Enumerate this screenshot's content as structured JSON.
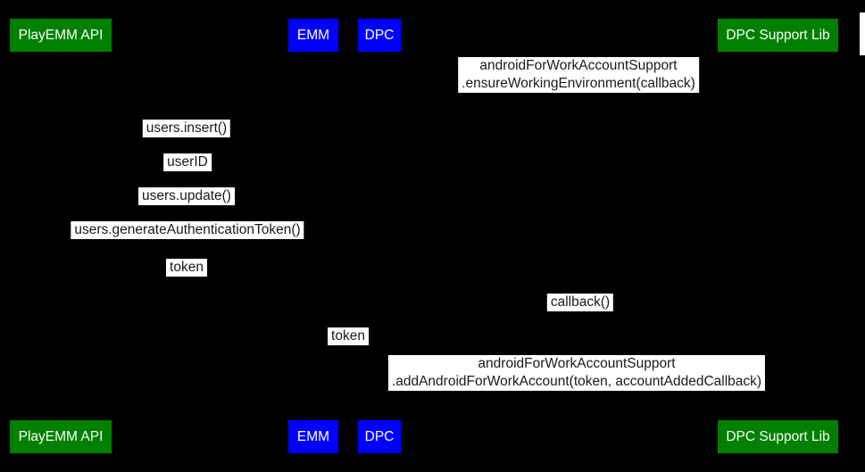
{
  "colors": {
    "background": "#000000",
    "actor_green": "#008000",
    "actor_blue": "#0000ff",
    "actor_text": "#ffffff",
    "label_background": "#ffffff",
    "label_text": "#1a1a1a"
  },
  "actors": [
    {
      "label": "PlayEMM API"
    },
    {
      "label": "EMM"
    },
    {
      "label": "DPC"
    },
    {
      "label": "DPC Support Lib"
    }
  ],
  "messages": [
    {
      "line1": "androidForWorkAccountSupport",
      "line2": ".ensureWorkingEnvironment(callback)"
    },
    {
      "line1": "users.insert()"
    },
    {
      "line1": "userID"
    },
    {
      "line1": "users.update()"
    },
    {
      "line1": "users.generateAuthenticationToken()"
    },
    {
      "line1": "token"
    },
    {
      "line1": "callback()"
    },
    {
      "line1": "token"
    },
    {
      "line1": "androidForWorkAccountSupport",
      "line2": ".addAndroidForWorkAccount(token, accountAddedCallback)"
    }
  ]
}
